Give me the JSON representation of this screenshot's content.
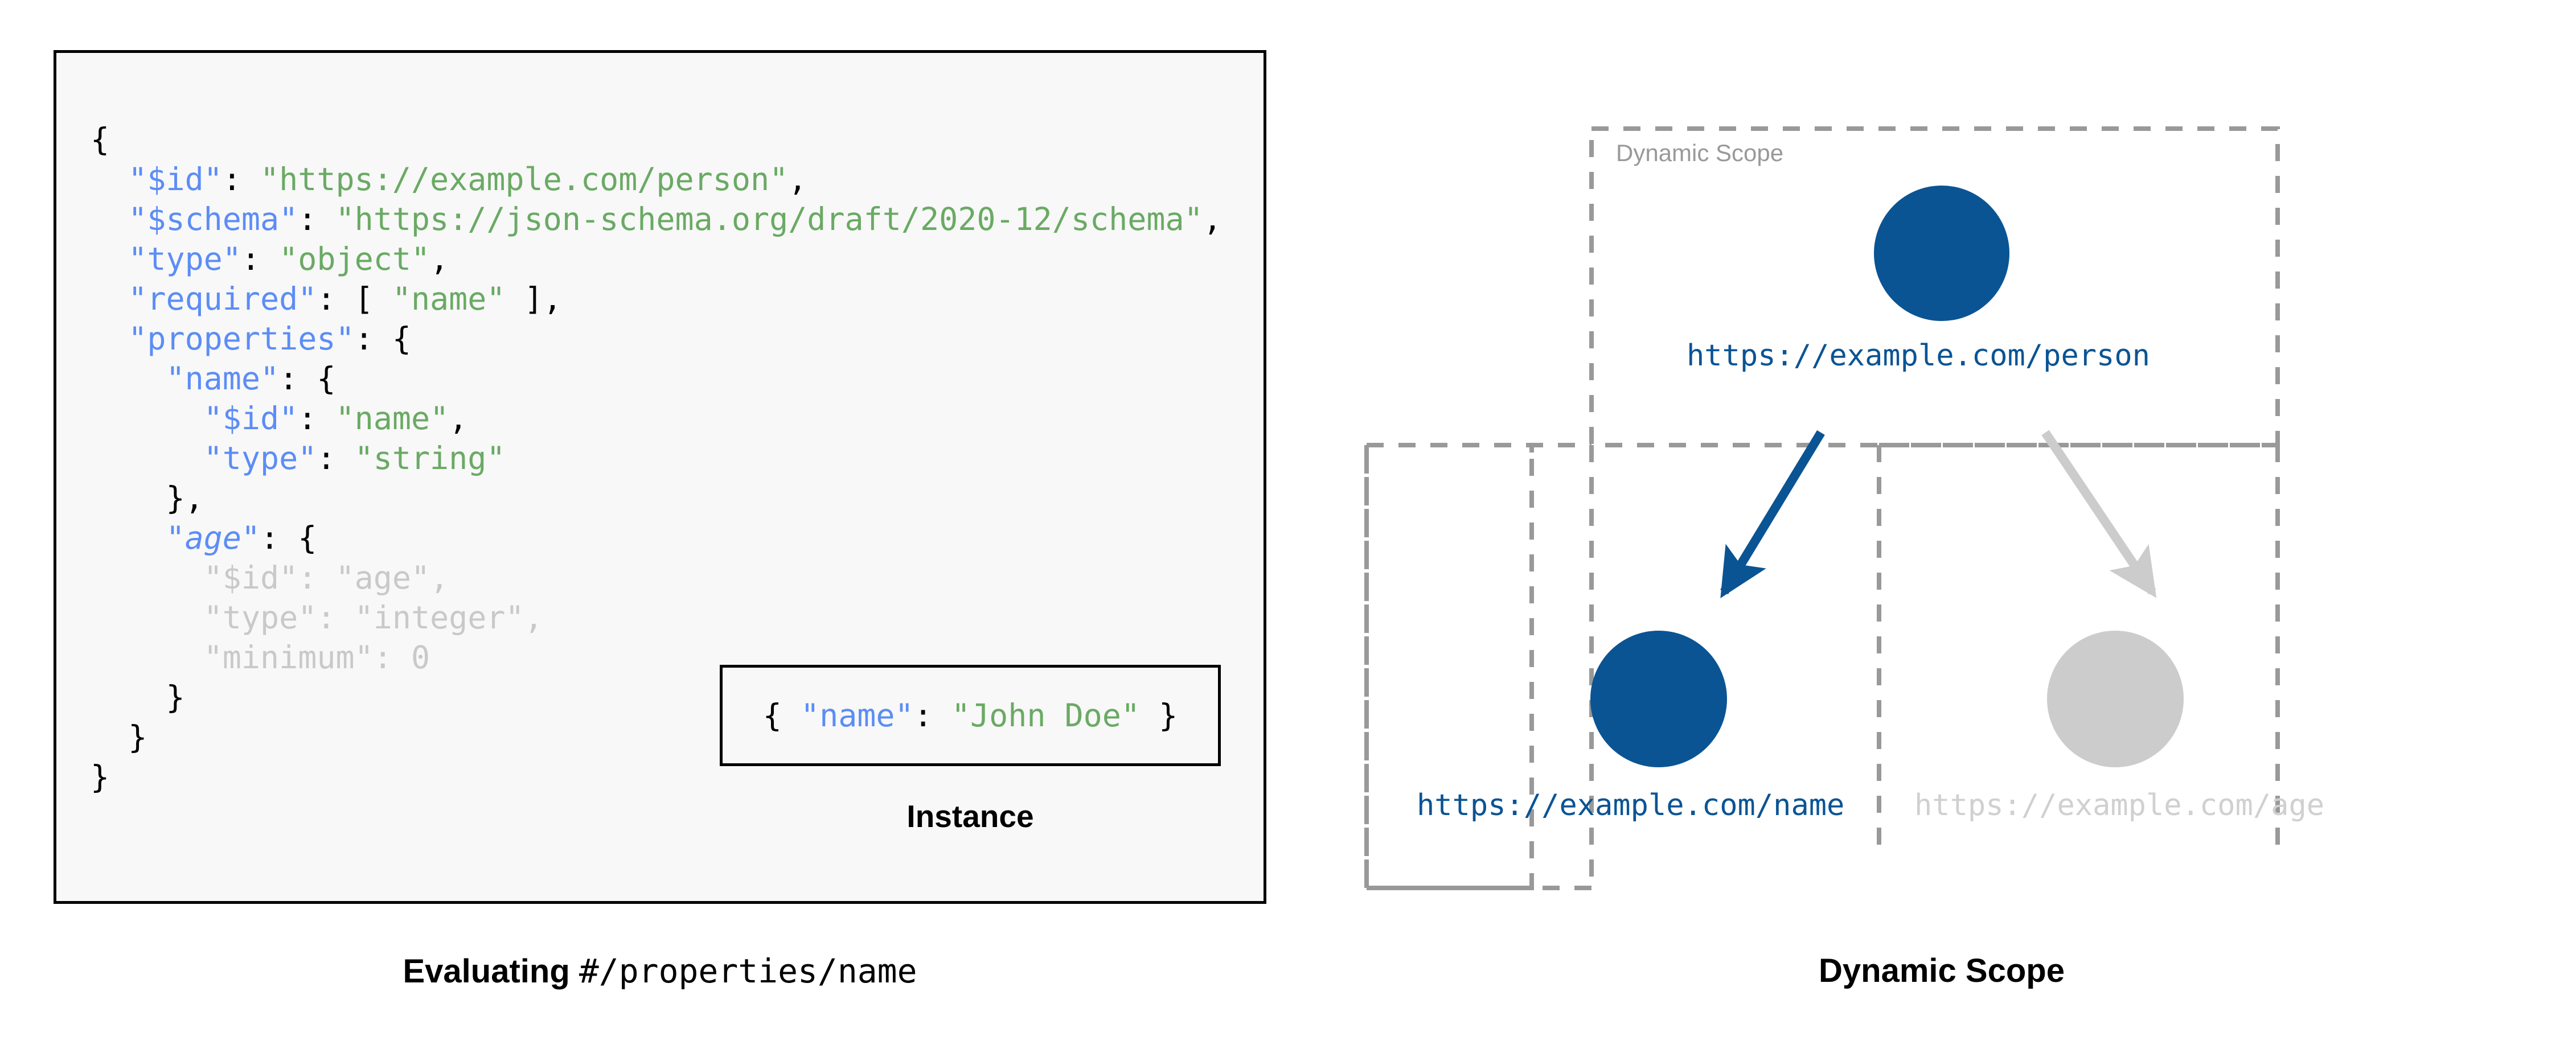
{
  "left_panel": {
    "schema_lines": [
      {
        "segments": [
          {
            "t": "{",
            "c": "p"
          }
        ]
      },
      {
        "segments": [
          {
            "t": "  ",
            "c": "p"
          },
          {
            "t": "\"$id\"",
            "c": "k"
          },
          {
            "t": ": ",
            "c": "p"
          },
          {
            "t": "\"https://example.com/person\"",
            "c": "s"
          },
          {
            "t": ",",
            "c": "p"
          }
        ]
      },
      {
        "segments": [
          {
            "t": "  ",
            "c": "p"
          },
          {
            "t": "\"$schema\"",
            "c": "k"
          },
          {
            "t": ": ",
            "c": "p"
          },
          {
            "t": "\"https://json-schema.org/draft/2020-12/schema\"",
            "c": "s"
          },
          {
            "t": ",",
            "c": "p"
          }
        ]
      },
      {
        "segments": [
          {
            "t": "  ",
            "c": "p"
          },
          {
            "t": "\"type\"",
            "c": "k"
          },
          {
            "t": ": ",
            "c": "p"
          },
          {
            "t": "\"object\"",
            "c": "s"
          },
          {
            "t": ",",
            "c": "p"
          }
        ]
      },
      {
        "segments": [
          {
            "t": "  ",
            "c": "p"
          },
          {
            "t": "\"required\"",
            "c": "k"
          },
          {
            "t": ": [ ",
            "c": "p"
          },
          {
            "t": "\"name\"",
            "c": "s"
          },
          {
            "t": " ],",
            "c": "p"
          }
        ]
      },
      {
        "segments": [
          {
            "t": "  ",
            "c": "p"
          },
          {
            "t": "\"properties\"",
            "c": "k"
          },
          {
            "t": ": {",
            "c": "p"
          }
        ]
      },
      {
        "segments": [
          {
            "t": "    ",
            "c": "p"
          },
          {
            "t": "\"name\"",
            "c": "k"
          },
          {
            "t": ": {",
            "c": "p"
          }
        ]
      },
      {
        "segments": [
          {
            "t": "      ",
            "c": "p"
          },
          {
            "t": "\"$id\"",
            "c": "k"
          },
          {
            "t": ": ",
            "c": "p"
          },
          {
            "t": "\"name\"",
            "c": "s"
          },
          {
            "t": ",",
            "c": "p"
          }
        ]
      },
      {
        "segments": [
          {
            "t": "      ",
            "c": "p"
          },
          {
            "t": "\"type\"",
            "c": "k"
          },
          {
            "t": ": ",
            "c": "p"
          },
          {
            "t": "\"string\"",
            "c": "s"
          }
        ]
      },
      {
        "segments": [
          {
            "t": "    },",
            "c": "p"
          }
        ]
      },
      {
        "segments": [
          {
            "t": "    ",
            "c": "p"
          },
          {
            "t": "\"age\"",
            "c": "italic-k"
          },
          {
            "t": ": {",
            "c": "p"
          }
        ]
      },
      {
        "segments": [
          {
            "t": "      ",
            "c": "p"
          },
          {
            "t": "\"$id\"",
            "c": "dim-k"
          },
          {
            "t": ": ",
            "c": "dim-p"
          },
          {
            "t": "\"age\"",
            "c": "dim-s"
          },
          {
            "t": ",",
            "c": "dim-p"
          }
        ]
      },
      {
        "segments": [
          {
            "t": "      ",
            "c": "p"
          },
          {
            "t": "\"type\"",
            "c": "dim-k"
          },
          {
            "t": ": ",
            "c": "dim-p"
          },
          {
            "t": "\"integer\"",
            "c": "dim-s"
          },
          {
            "t": ",",
            "c": "dim-p"
          }
        ]
      },
      {
        "segments": [
          {
            "t": "      ",
            "c": "p"
          },
          {
            "t": "\"minimum\"",
            "c": "dim-k"
          },
          {
            "t": ": ",
            "c": "dim-p"
          },
          {
            "t": "0",
            "c": "dim-n"
          }
        ]
      },
      {
        "segments": [
          {
            "t": "    }",
            "c": "p"
          }
        ]
      },
      {
        "segments": [
          {
            "t": "  }",
            "c": "p"
          }
        ]
      },
      {
        "segments": [
          {
            "t": "}",
            "c": "p"
          }
        ]
      }
    ],
    "instance": {
      "segments": [
        {
          "t": "{ ",
          "c": "p"
        },
        {
          "t": "\"name\"",
          "c": "k"
        },
        {
          "t": ": ",
          "c": "p"
        },
        {
          "t": "\"John Doe\"",
          "c": "s"
        },
        {
          "t": " }",
          "c": "p"
        }
      ],
      "caption": "Instance"
    },
    "caption": {
      "bold_part": "Evaluating ",
      "mono_part": "#/properties/name"
    }
  },
  "right_diagram": {
    "caption": "Dynamic Scope",
    "scope_label": "Dynamic Scope",
    "nodes": [
      {
        "id": "person",
        "label": "https://example.com/person",
        "state": "active",
        "color": "#0a5494"
      },
      {
        "id": "name",
        "label": "https://example.com/name",
        "state": "active",
        "color": "#0a5494"
      },
      {
        "id": "age",
        "label": "https://example.com/age",
        "state": "inactive",
        "color": "#cccccc"
      }
    ],
    "edges": [
      {
        "from": "person",
        "to": "name",
        "state": "active",
        "color": "#0a5494"
      },
      {
        "from": "person",
        "to": "age",
        "state": "inactive",
        "color": "#cccccc"
      }
    ],
    "boxes": [
      {
        "id": "scope-top",
        "label": "Dynamic Scope",
        "border": "#999999"
      },
      {
        "id": "scope-name",
        "label": "",
        "border": "#999999"
      },
      {
        "id": "scope-age",
        "label": "",
        "border": "#999999"
      }
    ]
  },
  "colors": {
    "accent_blue": "#0a5494",
    "muted_gray": "#cccccc",
    "key_blue": "#5c8df6",
    "string_green": "#6aaa64",
    "dim_gray": "#c9c9c9",
    "panel_bg": "#f8f8f8",
    "dash_gray": "#999999"
  }
}
